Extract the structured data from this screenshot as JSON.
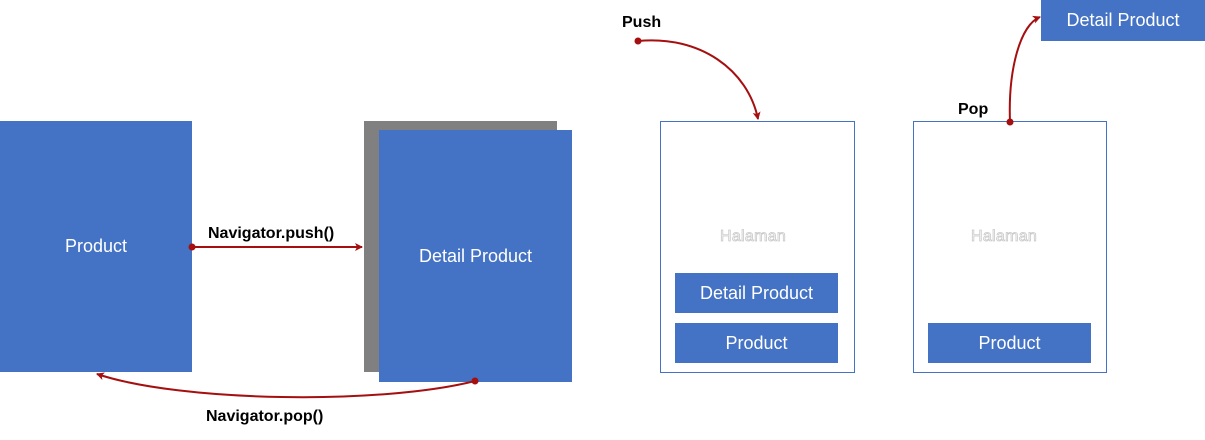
{
  "flow": {
    "product": "Product",
    "detail_product": "Detail Product",
    "push_call": "Navigator.push()",
    "pop_call": "Navigator.pop()"
  },
  "push_stack": {
    "label": "Push",
    "title": "Halaman",
    "items": [
      "Detail Product",
      "Product"
    ]
  },
  "pop_stack": {
    "label": "Pop",
    "title": "Halaman",
    "items": [
      "Product"
    ],
    "popped": "Detail Product"
  },
  "colors": {
    "page_blue": "#4472c4",
    "shadow_gray": "#808080",
    "arrow_red": "#a50f0f"
  }
}
